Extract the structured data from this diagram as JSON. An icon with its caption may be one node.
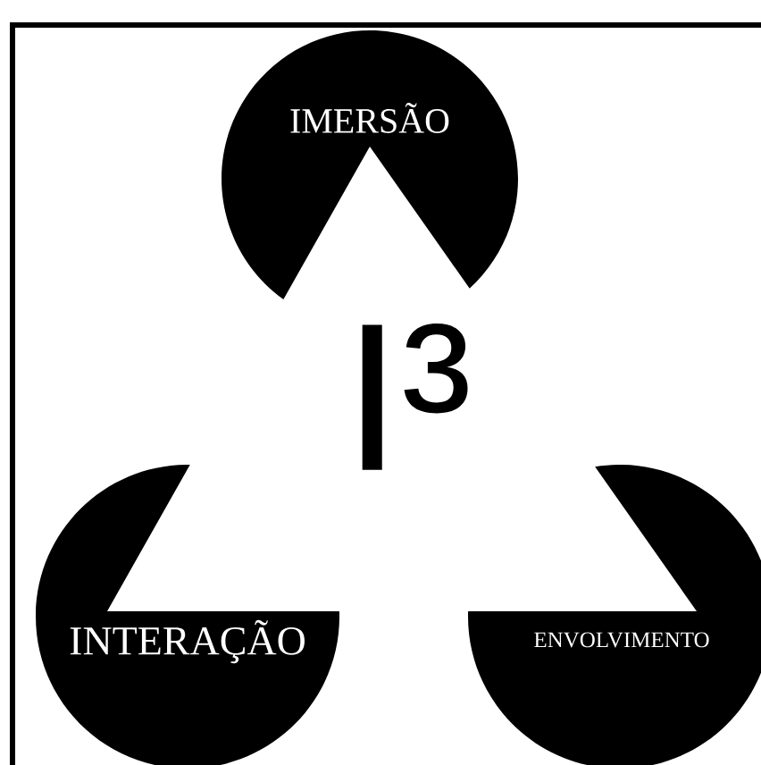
{
  "diagram": {
    "nodes": [
      {
        "text": [
          "IMERSÃO"
        ]
      },
      {
        "text": [
          "INTERAÇÃO"
        ]
      },
      {
        "text": [
          "ENVOLVIMENTO"
        ]
      }
    ],
    "labels": [
      "I³"
    ]
  }
}
